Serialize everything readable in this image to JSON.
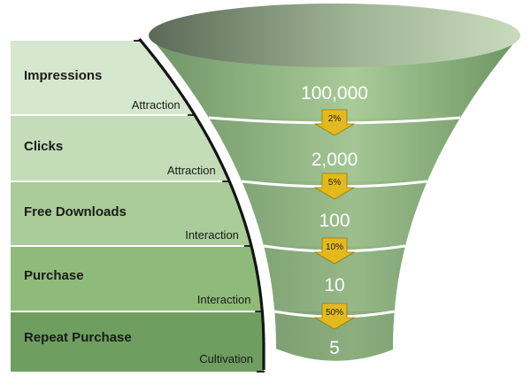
{
  "funnel": {
    "stages": [
      {
        "name": "Impressions",
        "type": "Attraction",
        "count": "100,000"
      },
      {
        "name": "Clicks",
        "type": "Attraction",
        "count": "2,000"
      },
      {
        "name": "Free Downloads",
        "type": "Interaction",
        "count": "100"
      },
      {
        "name": "Purchase",
        "type": "Interaction",
        "count": "10"
      },
      {
        "name": "Repeat Purchase",
        "type": "Cultivation",
        "count": "5"
      }
    ],
    "conversions": [
      "2%",
      "5%",
      "10%",
      "50%"
    ],
    "colors": {
      "panel": [
        "#d5e7cd",
        "#c4ddb8",
        "#a9cc98",
        "#8fbb7a",
        "#6e9e60"
      ],
      "funnel_light": "#d4e6c8",
      "funnel_mid": "#94b985",
      "funnel_dark": "#4c6e45",
      "arrow": "#e3b91e",
      "bracket": "#141414"
    }
  }
}
